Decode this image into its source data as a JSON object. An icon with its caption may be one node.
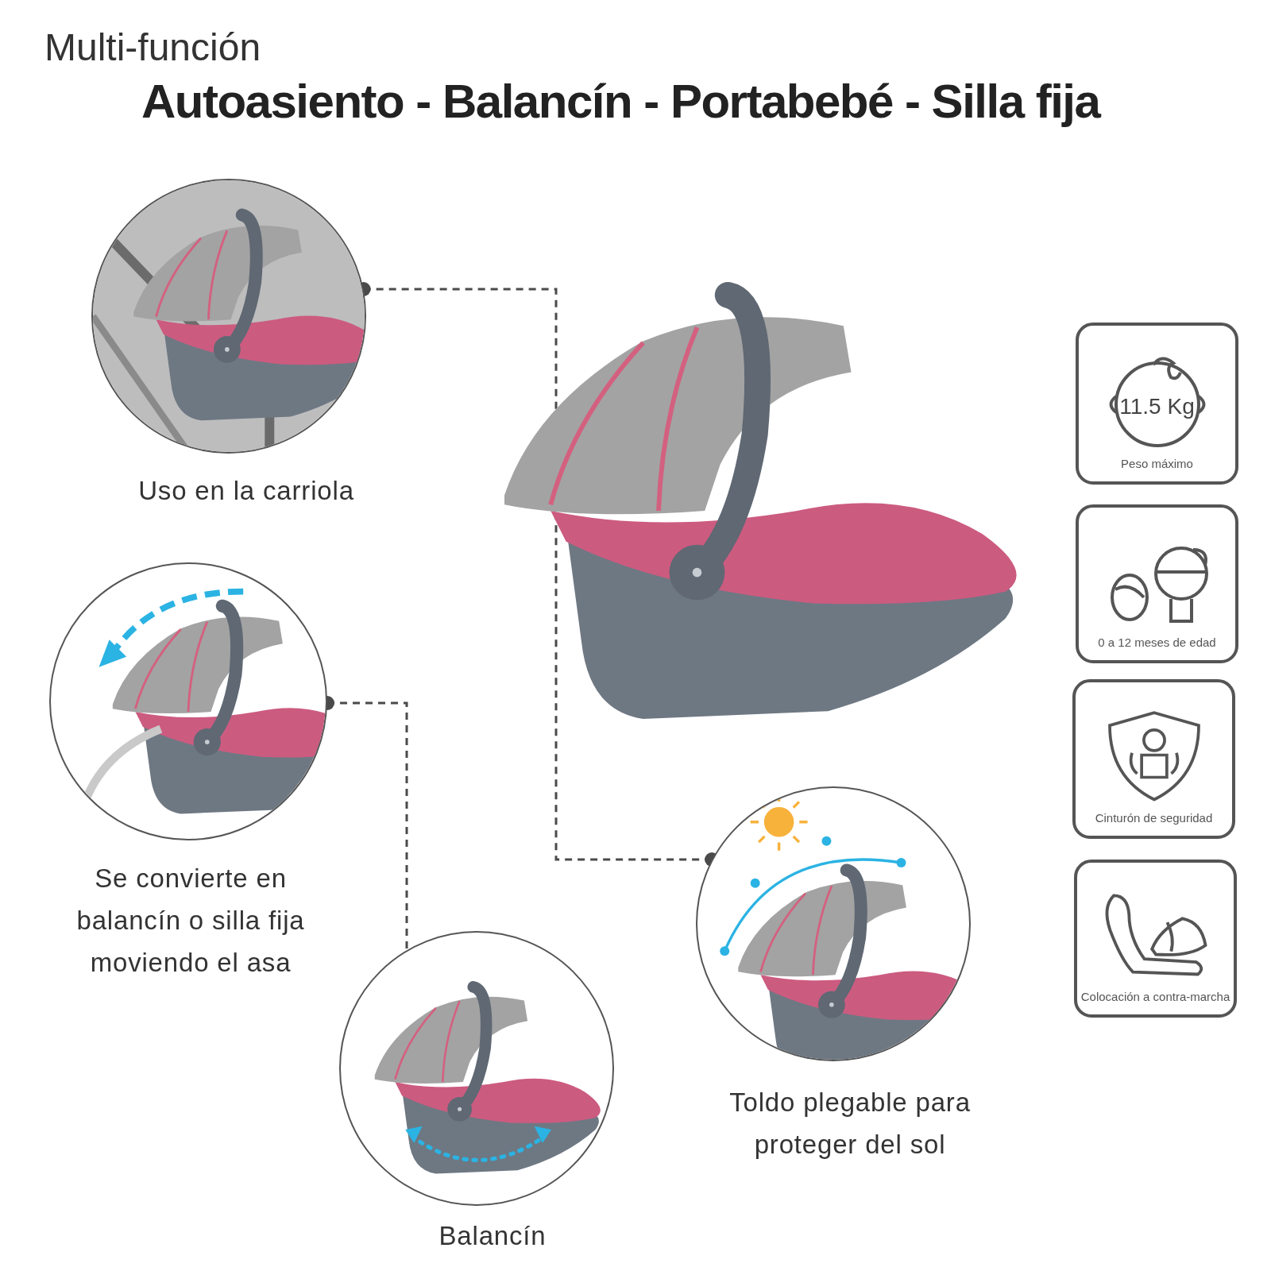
{
  "diagram": {
    "title": "Autoasiento - Balancín - Portabebé - Silla fija",
    "nodes": [
      {
        "text": [],
        "shape": "picture"
      },
      {
        "text": [],
        "shape": "circle",
        "beside": [
          "Uso en la carriola"
        ]
      },
      {
        "text": [],
        "shape": "circle",
        "beside": [
          "Se convierte en balancín o silla fija moviendo el asa"
        ]
      },
      {
        "text": [],
        "shape": "circle",
        "beside": [
          "Balancín"
        ]
      },
      {
        "text": [],
        "shape": "circle",
        "beside": [
          "Toldo plegable para proteger del sol"
        ]
      },
      {
        "text": [
          "11.5 Kg",
          "Peso máximo"
        ]
      },
      {
        "text": [
          "0 a 12 meses de edad"
        ]
      },
      {
        "text": [
          "Cinturón de seguridad"
        ]
      },
      {
        "text": [
          "Colocación a contra-marcha"
        ]
      }
    ],
    "edges": [
      {
        "from": 1,
        "to": 0,
        "arrow": "other",
        "style": "dashed"
      },
      {
        "from": 2,
        "to": 3,
        "arrow": "other",
        "style": "dashed"
      },
      {
        "from": 4,
        "to": 0,
        "arrow": "other",
        "style": "dashed"
      }
    ],
    "labels": [
      "Multi-función"
    ]
  }
}
